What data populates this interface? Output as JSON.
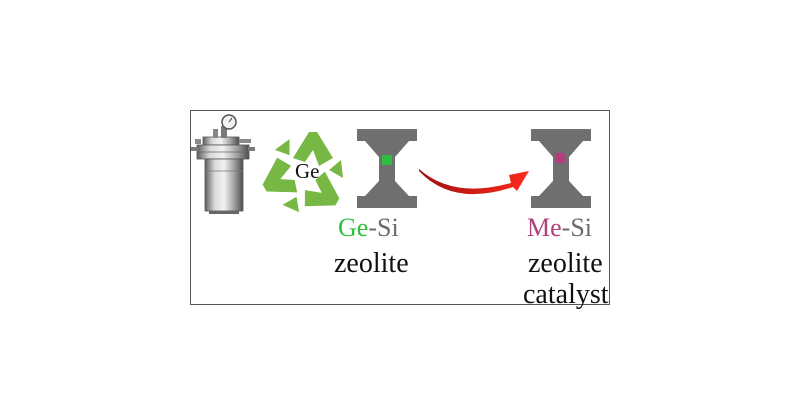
{
  "recycle": {
    "label": "Ge"
  },
  "left_zeolite": {
    "metal": "Ge",
    "separator": "-",
    "framework": "Si",
    "line2": "zeolite"
  },
  "right_zeolite": {
    "metal": "Me",
    "separator": "-",
    "framework": "Si",
    "line2": "zeolite",
    "line3": "catalyst"
  },
  "colors": {
    "ge": "#2fbf3e",
    "me": "#b0407c",
    "si": "#6b6b6b",
    "frame": "#6f6f6f",
    "recycle": "#76b843",
    "arrow": "#e0261c"
  }
}
